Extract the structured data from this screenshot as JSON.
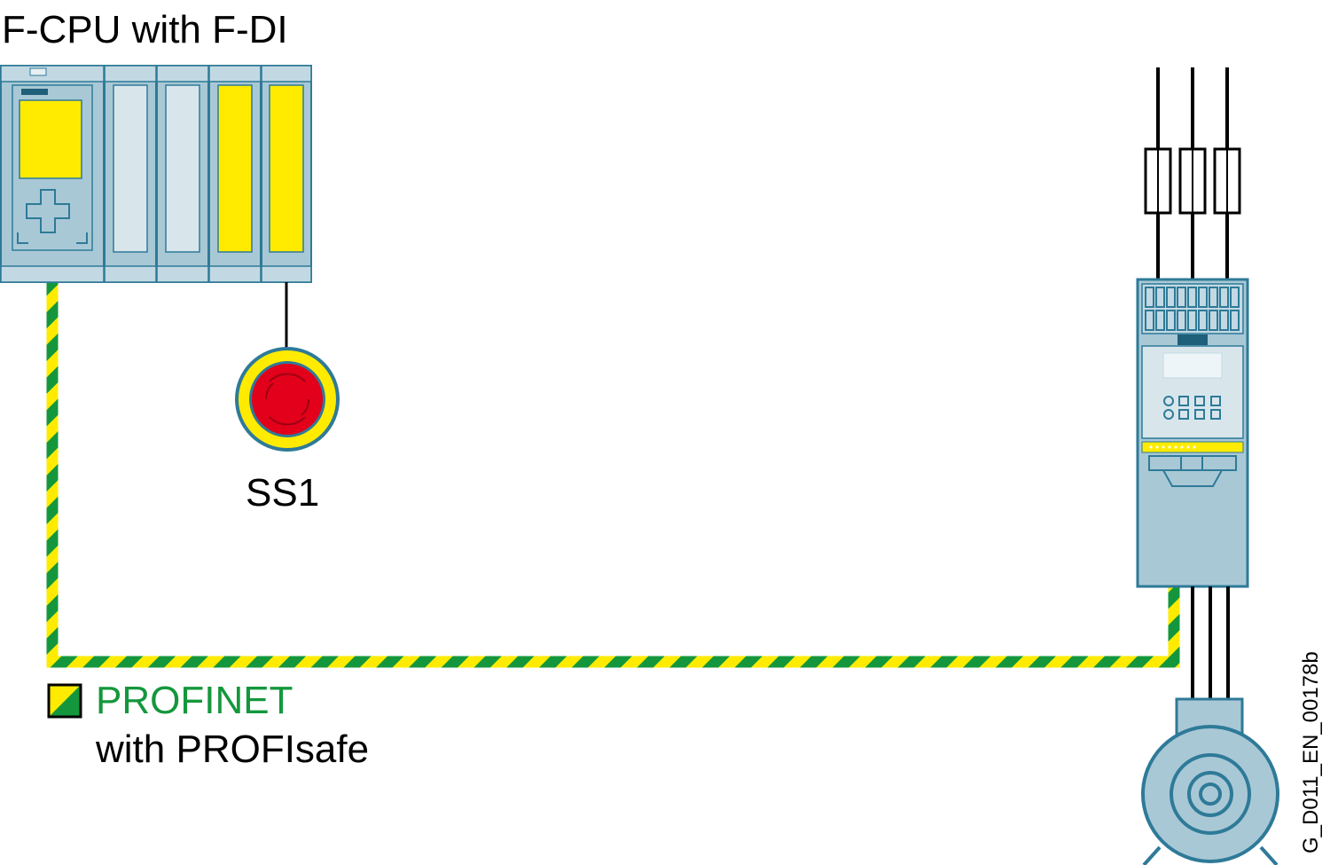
{
  "diagram": {
    "title": "F-CPU with F-DI",
    "button_label": "SS1",
    "legend": {
      "network": "PROFINET",
      "protocol": "with PROFIsafe"
    },
    "figure_id": "G_D011_EN_00178b"
  },
  "colors": {
    "module_fill": "#a9c8d6",
    "module_stroke": "#2e7a98",
    "safety_yellow": "#ffeb00",
    "profinet_green": "#14973c",
    "estop_red": "#e2001a",
    "drive_fill": "#a9c8d6",
    "motor_fill": "#a9c8d6"
  },
  "icons": [
    "plc-cpu-icon",
    "emergency-stop-icon",
    "frequency-converter-icon",
    "fuse-icon",
    "motor-icon",
    "profinet-legend-icon"
  ]
}
